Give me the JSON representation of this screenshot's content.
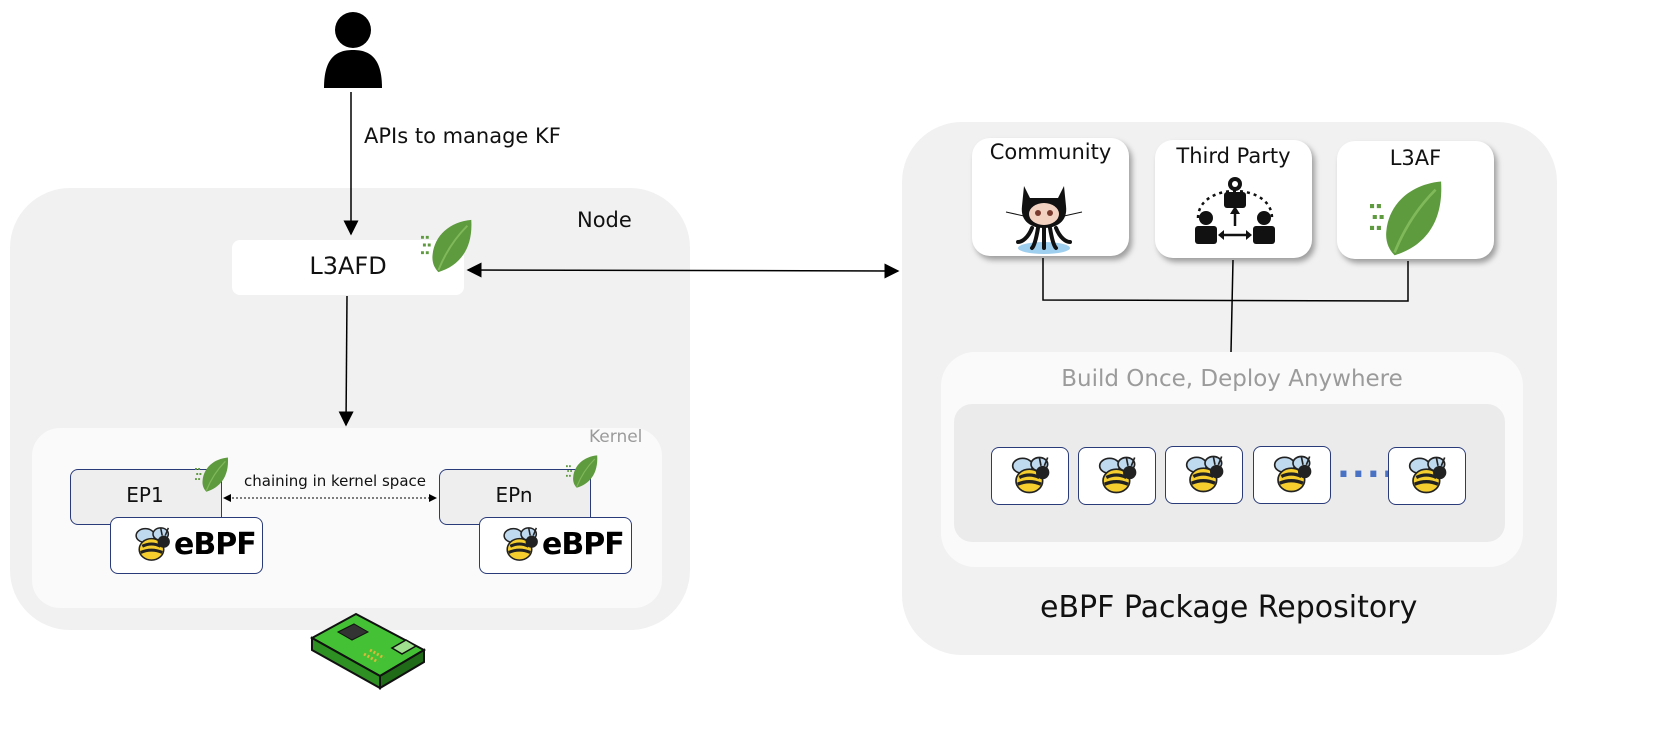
{
  "user": {
    "icon": "user-icon",
    "api_label": "APIs to manage KF"
  },
  "node": {
    "title": "Node",
    "daemon": "L3AFD",
    "kernel": {
      "title": "Kernel",
      "chain_label": "chaining in kernel space",
      "programs": [
        {
          "label": "EP1",
          "ebpf": "eBPF"
        },
        {
          "label": "EPn",
          "ebpf": "eBPF"
        }
      ]
    },
    "nic_icon": "network-card-icon"
  },
  "repository": {
    "title": "eBPF Package Repository",
    "sources": [
      {
        "label": "Community",
        "icon": "octocat-icon"
      },
      {
        "label": "Third Party",
        "icon": "people-exchange-icon"
      },
      {
        "label": "L3AF",
        "icon": "leaf-icon"
      }
    ],
    "build_label": "Build Once, Deploy Anywhere",
    "package_icon": "bee-icon",
    "ellipsis": "....."
  },
  "colors": {
    "panel": "#f1f1f1",
    "border_blue": "#2a3b7a",
    "leaf_green": "#5e9a3e",
    "dots_blue": "#4a72c4"
  }
}
